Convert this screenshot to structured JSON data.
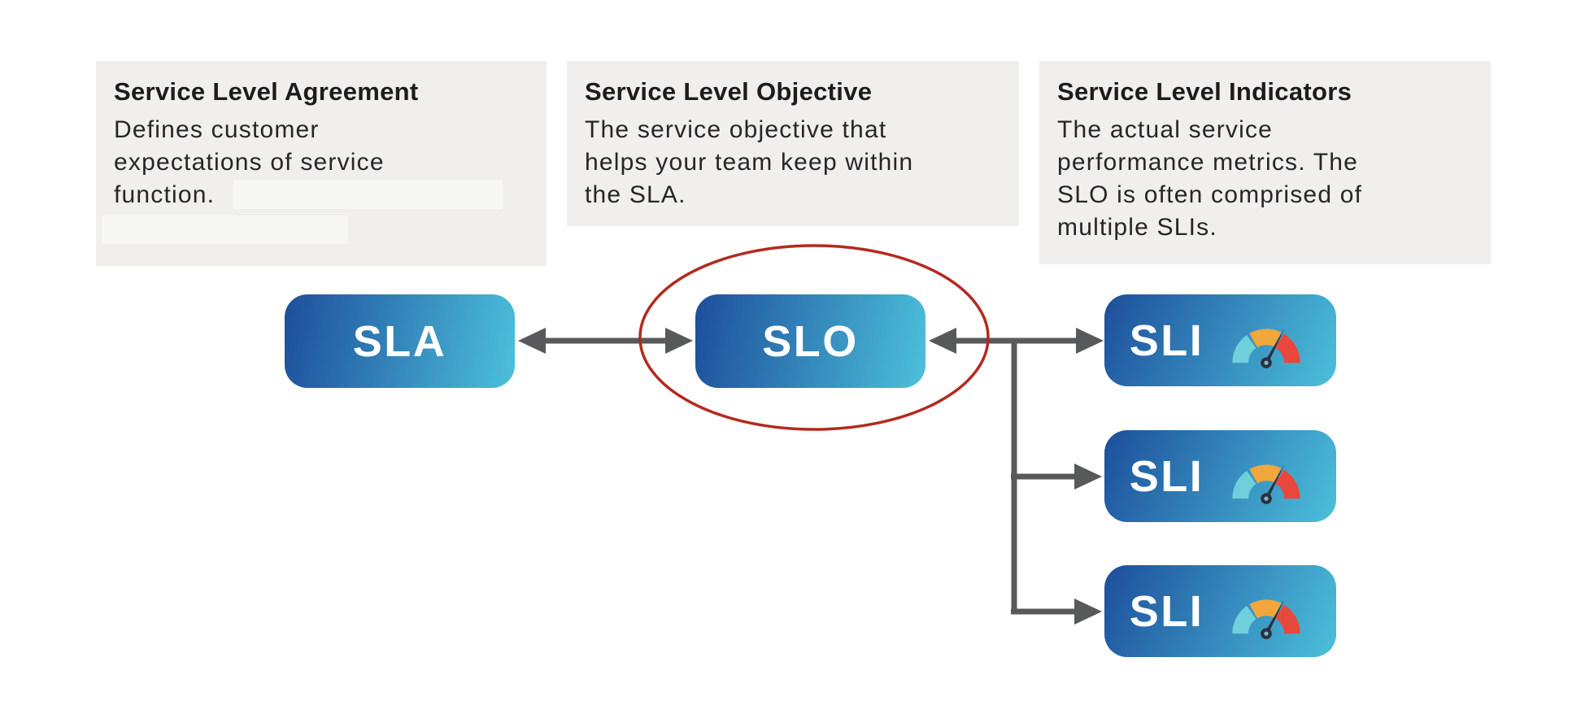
{
  "panels": [
    {
      "title": "Service Level Agreement",
      "lines": [
        "Defines customer",
        "expectations of service",
        "function."
      ]
    },
    {
      "title": "Service Level Objective",
      "lines": [
        "The service objective that",
        "helps your team keep within",
        "the SLA."
      ]
    },
    {
      "title": "Service Level Indicators",
      "lines": [
        "The actual service",
        "performance metrics. The",
        "SLO is often comprised of",
        "multiple SLIs."
      ]
    }
  ],
  "nodes": {
    "sla": "SLA",
    "slo": "SLO",
    "sli_1": "SLI",
    "sli_2": "SLI",
    "sli_3": "SLI"
  },
  "icons": {
    "gauge": "gauge-meter-icon"
  },
  "colors": {
    "panel-bg": "#f0efee",
    "redact-bg": "#f7f7f6",
    "text-dark": "#1c1c1c",
    "text-body": "#262626",
    "node-grad-start": "#1d4e9b",
    "node-grad-end": "#4cc0db",
    "node-text": "#ffffff",
    "connector": "#58595b",
    "highlight-ellipse": "#b32a1f",
    "gauge-cyan": "#6fd0dc",
    "gauge-orange": "#f2a73c",
    "gauge-red": "#e8473c",
    "gauge-needle": "#2b313b"
  }
}
